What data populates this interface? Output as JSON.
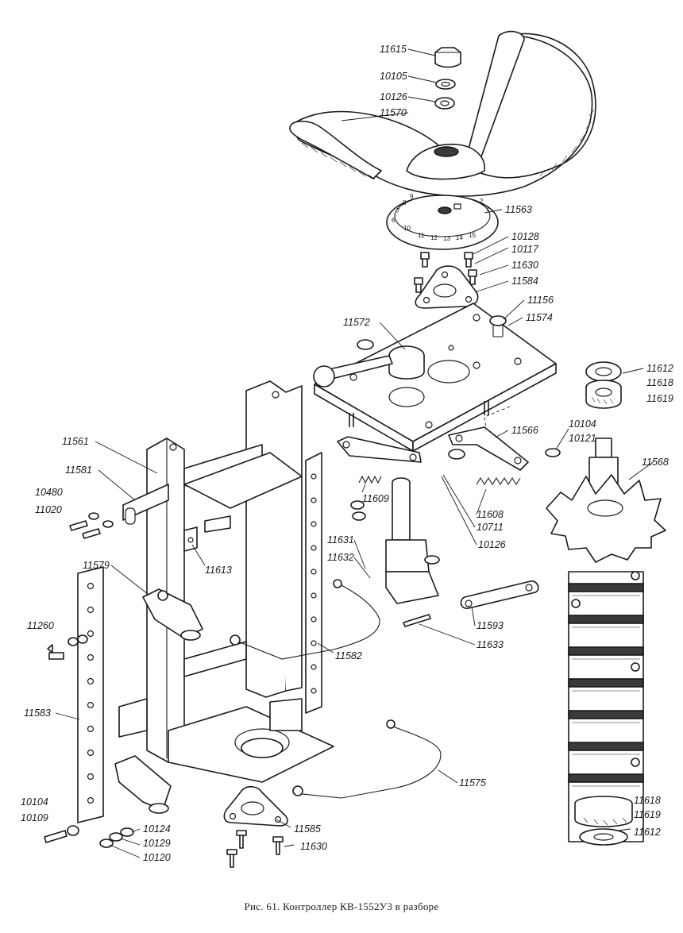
{
  "caption": "Рис. 61. Контроллер КВ-1552У3 в разборе",
  "dial_numbers": [
    "6",
    "7",
    "8",
    "9",
    "10",
    "11",
    "12",
    "13",
    "14",
    "15",
    "1",
    "2"
  ],
  "callouts": [
    {
      "id": "11615"
    },
    {
      "id": "10105"
    },
    {
      "id": "10126"
    },
    {
      "id": "11570"
    },
    {
      "id": "11563"
    },
    {
      "id": "10128"
    },
    {
      "id": "10117"
    },
    {
      "id": "11630"
    },
    {
      "id": "11584"
    },
    {
      "id": "11156"
    },
    {
      "id": "11574"
    },
    {
      "id": "11572"
    },
    {
      "id": "11612"
    },
    {
      "id": "11618"
    },
    {
      "id": "11619"
    },
    {
      "id": "11566"
    },
    {
      "id": "10104"
    },
    {
      "id": "10121"
    },
    {
      "id": "11561"
    },
    {
      "id": "11581"
    },
    {
      "id": "10480"
    },
    {
      "id": "11020"
    },
    {
      "id": "11609"
    },
    {
      "id": "11568"
    },
    {
      "id": "11608"
    },
    {
      "id": "10711"
    },
    {
      "id": "10126"
    },
    {
      "id": "11613"
    },
    {
      "id": "11631"
    },
    {
      "id": "11632"
    },
    {
      "id": "11579"
    },
    {
      "id": "11593"
    },
    {
      "id": "11260"
    },
    {
      "id": "11633"
    },
    {
      "id": "11582"
    },
    {
      "id": "11583"
    },
    {
      "id": "11575"
    },
    {
      "id": "10104"
    },
    {
      "id": "10109"
    },
    {
      "id": "10124"
    },
    {
      "id": "10129"
    },
    {
      "id": "10120"
    },
    {
      "id": "11585"
    },
    {
      "id": "11630"
    },
    {
      "id": "11618"
    },
    {
      "id": "11619"
    },
    {
      "id": "11612"
    }
  ]
}
